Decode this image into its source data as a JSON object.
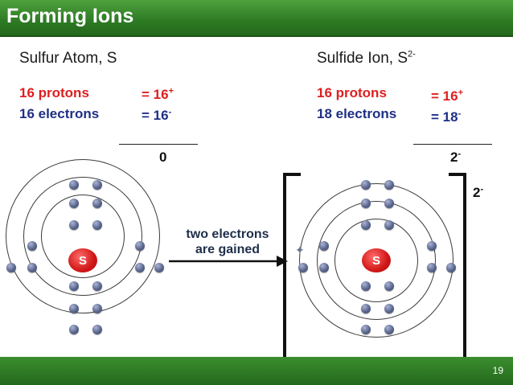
{
  "title": "Forming Ions",
  "page_number": "19",
  "atom": {
    "heading": "Sulfur Atom, S",
    "protons_label": "16 protons",
    "electrons_label": "16 electrons",
    "protons_charge": "= 16",
    "protons_charge_sign": "+",
    "electrons_charge": "= 16",
    "electrons_charge_sign": "-",
    "net_charge": "0",
    "nucleus_label": "S"
  },
  "ion": {
    "heading_text": "Sulfide Ion, S",
    "heading_sup": "2-",
    "protons_label": "16 protons",
    "electrons_label": "18 electrons",
    "protons_charge": "= 16",
    "protons_charge_sign": "+",
    "electrons_charge": "= 18",
    "electrons_charge_sign": "-",
    "net_charge": "2",
    "net_charge_sign": "-",
    "bracket_charge": "2",
    "bracket_charge_sign": "-",
    "nucleus_label": "S"
  },
  "arrow": {
    "line1": "two electrons",
    "line2": "are gained"
  },
  "colors": {
    "header_green": "#2d7a24",
    "protons_red": "#dd1f1f",
    "electrons_blue": "#1f2f86",
    "nucleus_red": "#d11717",
    "electron_gray_blue": "#5a668c"
  }
}
